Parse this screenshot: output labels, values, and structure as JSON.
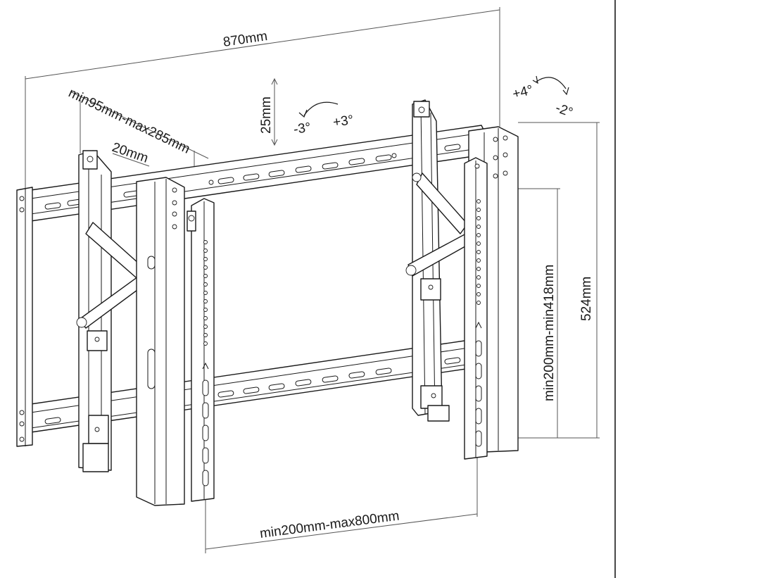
{
  "dimensions": {
    "overall_width": "870mm",
    "arm_depth": "min95mm-max285mm",
    "offset": "20mm",
    "vertical_adjust": "25mm",
    "height": "524mm",
    "vertical_hole_range": "min200mm-min418mm",
    "horizontal_hole_range": "min200mm-max800mm"
  },
  "tilt": {
    "left_negative": "-3°",
    "left_positive": "+3°",
    "right_positive": "+4°",
    "right_negative": "-2°"
  },
  "icons": [
    "rotation-arrow-icon",
    "rotation-arrow-icon"
  ]
}
